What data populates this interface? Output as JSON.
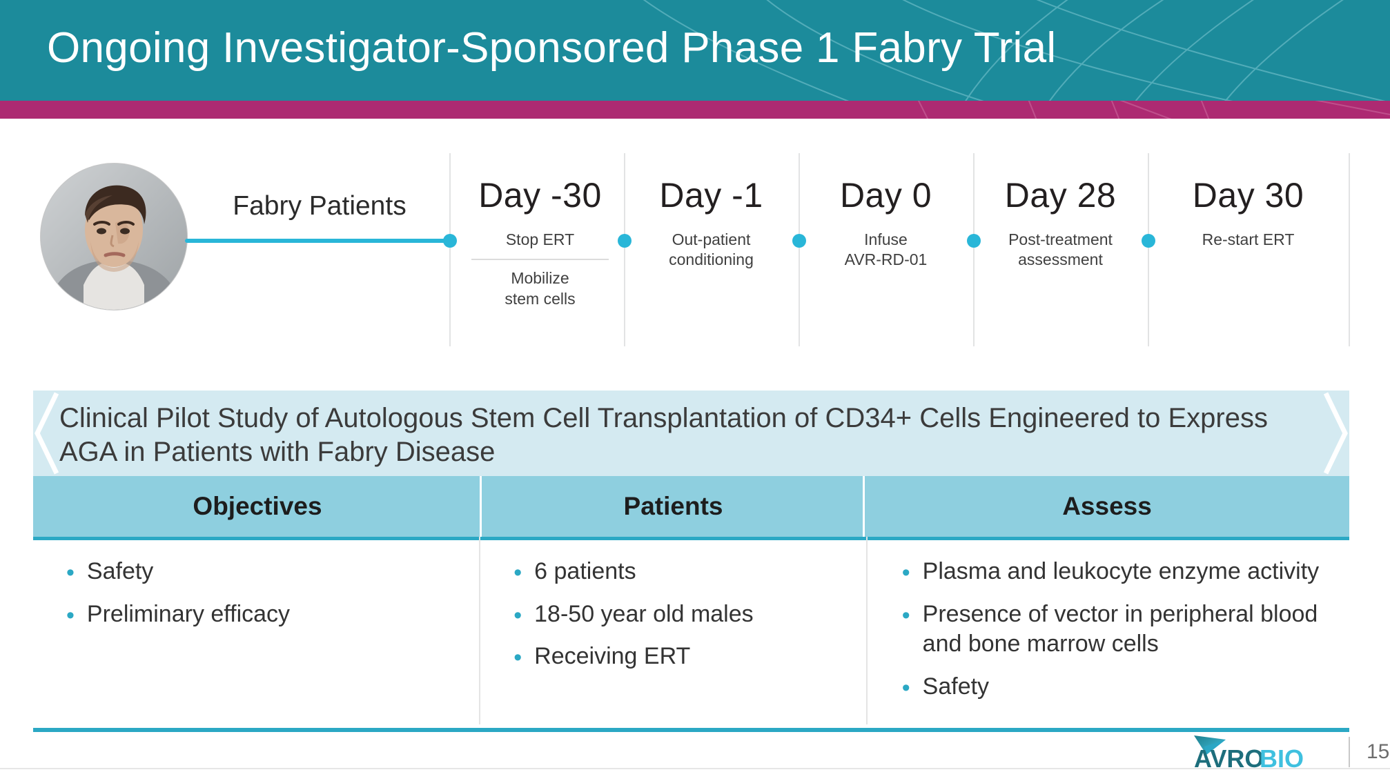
{
  "slide": {
    "title": "Ongoing Investigator-Sponsored Phase 1 Fabry Trial",
    "page_number": "15",
    "colors": {
      "header_teal": "#1c8b9b",
      "accent_magenta": "#ad2a72",
      "accent_cyan": "#29b6d8",
      "banner_blue": "#d4eaf1",
      "table_header_blue": "#8ecfdf",
      "rule_teal": "#2ba8c4"
    }
  },
  "timeline": {
    "patient_label": "Fabry Patients",
    "patient_photo_alt": "young-man-portrait",
    "milestones": [
      {
        "day": "Day -30",
        "note": "Stop ERT",
        "note2": "Mobilize\nstem cells",
        "has_divider": true
      },
      {
        "day": "Day -1",
        "note": "Out-patient\nconditioning",
        "note2": "",
        "has_divider": false
      },
      {
        "day": "Day 0",
        "note": "Infuse\nAVR-RD-01",
        "note2": "",
        "has_divider": false
      },
      {
        "day": "Day 28",
        "note": "Post-treatment\nassessment",
        "note2": "",
        "has_divider": false
      },
      {
        "day": "Day 30",
        "note": "Re-start ERT",
        "note2": "",
        "has_divider": false
      }
    ]
  },
  "study_banner": {
    "text": "Clinical Pilot Study of Autologous Stem Cell Transplantation of CD34+ Cells Engineered to Express AGA in Patients with Fabry Disease"
  },
  "table": {
    "headers": [
      "Objectives",
      "Patients",
      "Assess"
    ],
    "columns": [
      {
        "header": "Objectives",
        "items": [
          "Safety",
          "Preliminary efficacy"
        ]
      },
      {
        "header": "Patients",
        "items": [
          "6 patients",
          "18-50 year old males",
          "Receiving ERT"
        ]
      },
      {
        "header": "Assess",
        "items": [
          "Plasma and leukocyte enzyme activity",
          "Presence of vector in peripheral blood and bone marrow cells",
          "Safety"
        ]
      }
    ]
  },
  "footer": {
    "logo_text_dark": "AVRO",
    "logo_text_light": "BIO",
    "page_number": "15"
  }
}
